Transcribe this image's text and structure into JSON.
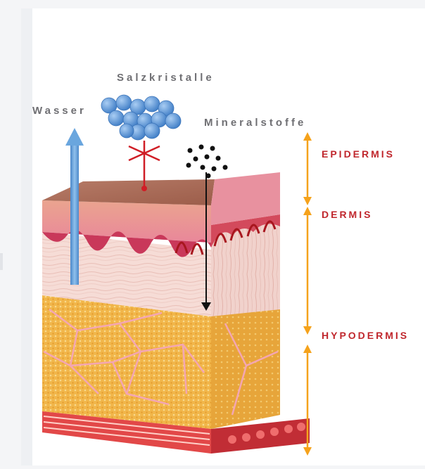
{
  "labels": {
    "salt": "Salzkristalle",
    "water": "Wasser",
    "minerals": "Mineralstoffe"
  },
  "layers": [
    {
      "name": "EPIDERMIS"
    },
    {
      "name": "DERMIS"
    },
    {
      "name": "HYPODERMIS"
    }
  ],
  "colors": {
    "arrow_orange": "#f5a21b",
    "water_blue": "#5b9bd5",
    "salt_blue": "#5d97d6",
    "accent_red": "#d01e26",
    "fat_yellow": "#f2b94a"
  }
}
